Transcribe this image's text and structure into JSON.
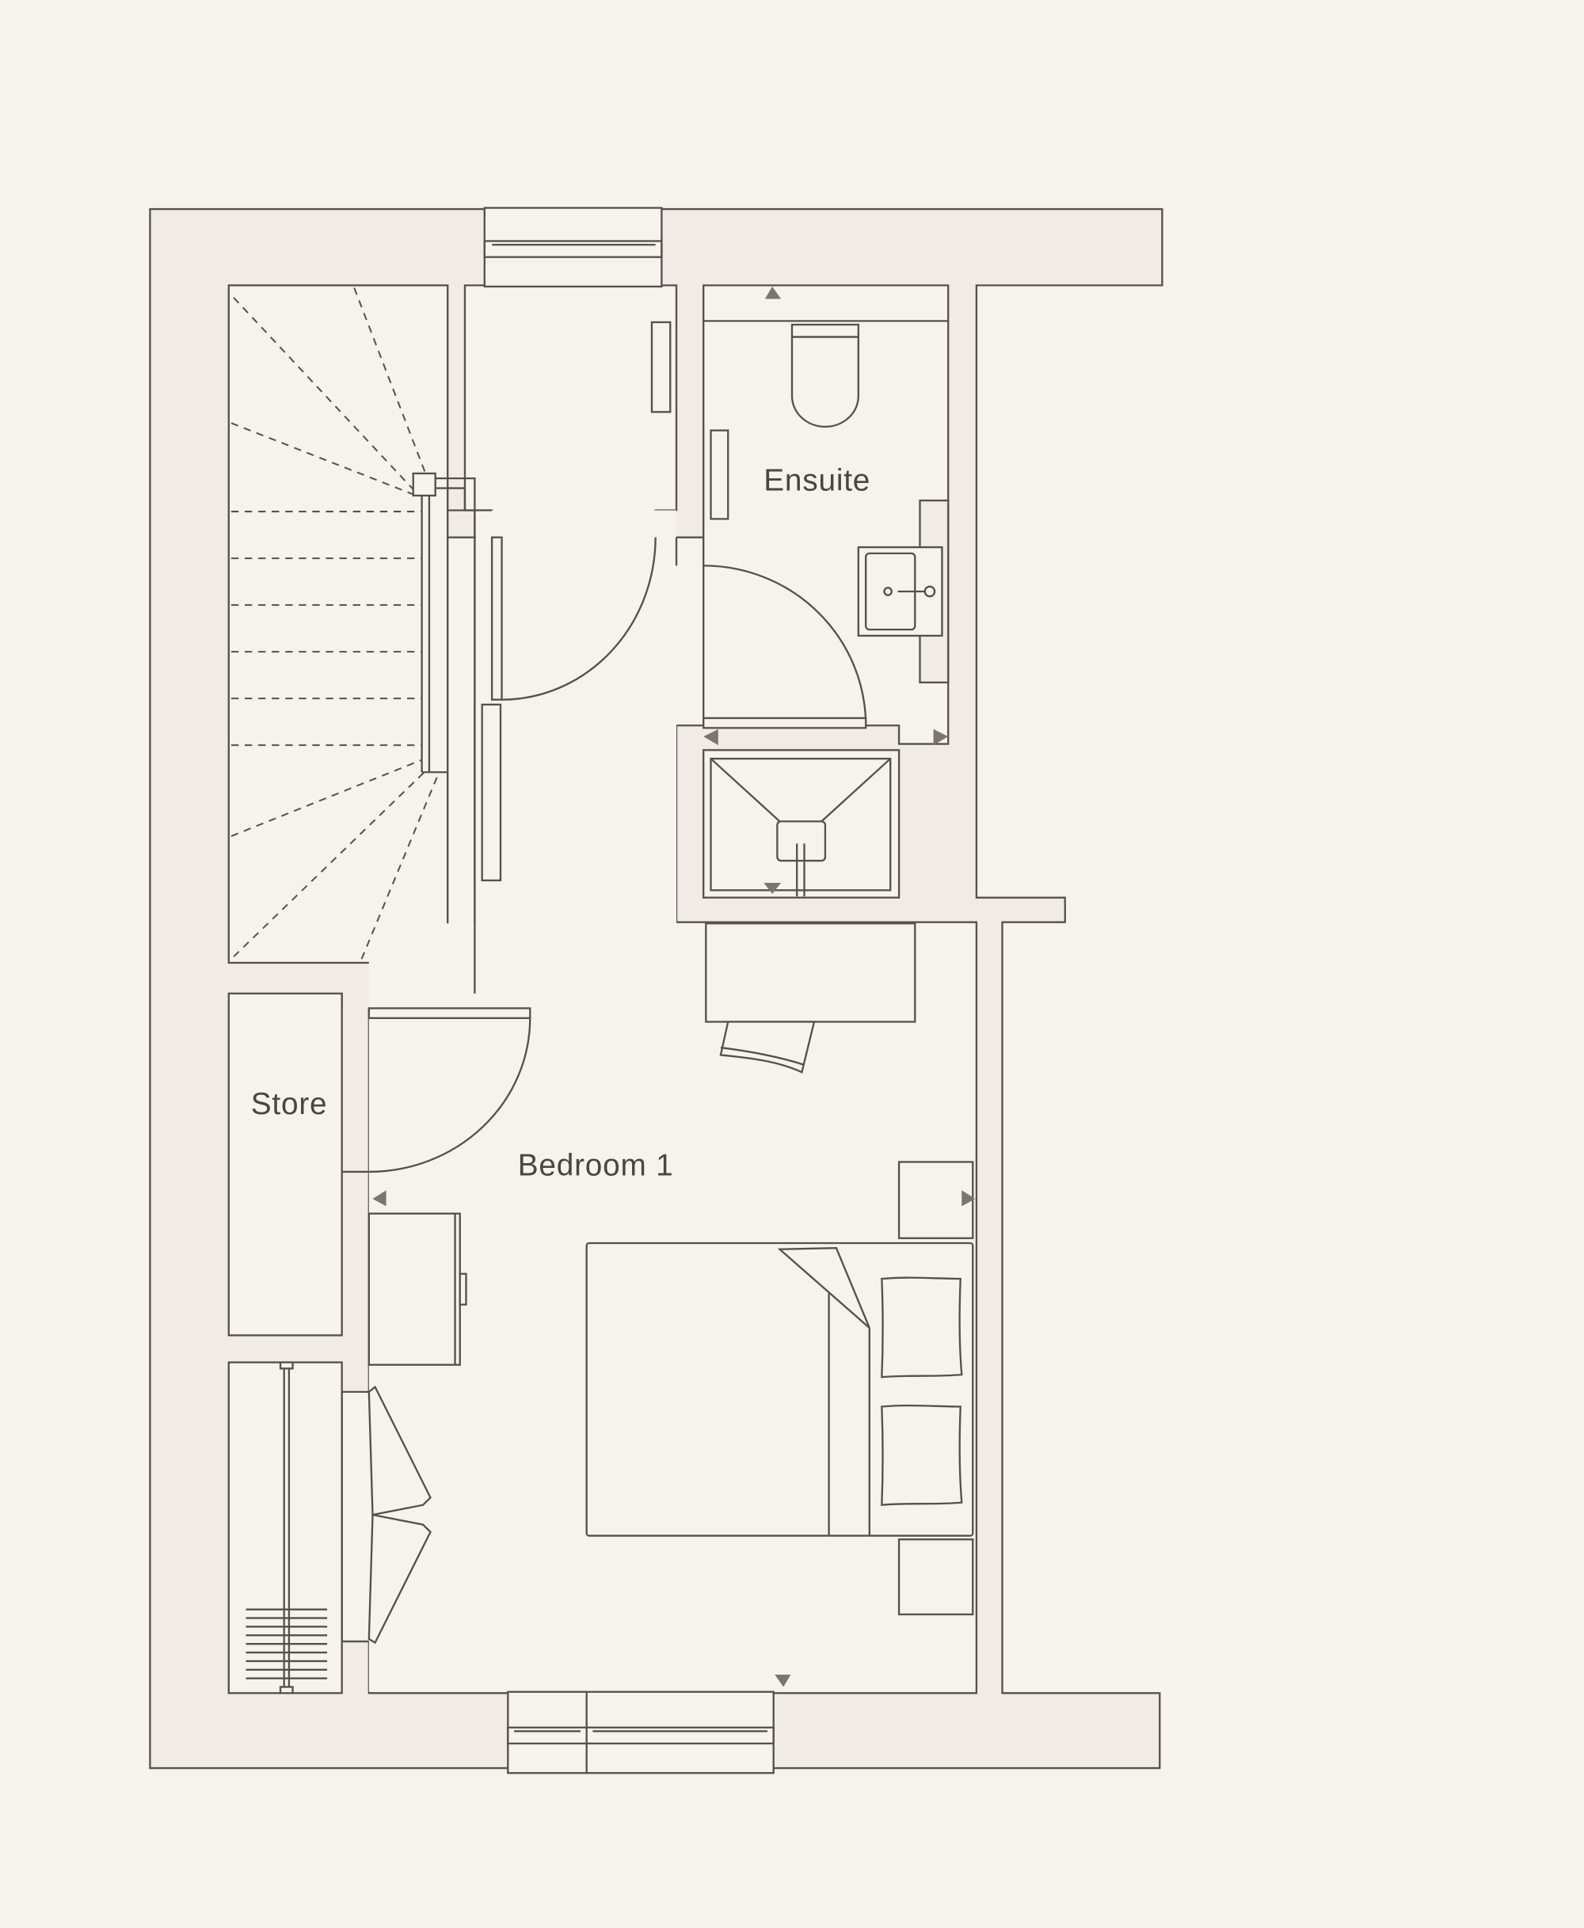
{
  "floorplan": {
    "rooms": {
      "ensuite": "Ensuite",
      "store": "Store",
      "bedroom": "Bedroom 1"
    },
    "colors": {
      "background": "#f6f2ec",
      "wall_fill": "#f0ebe5",
      "line": "#555050",
      "label": "#4a4545"
    }
  }
}
